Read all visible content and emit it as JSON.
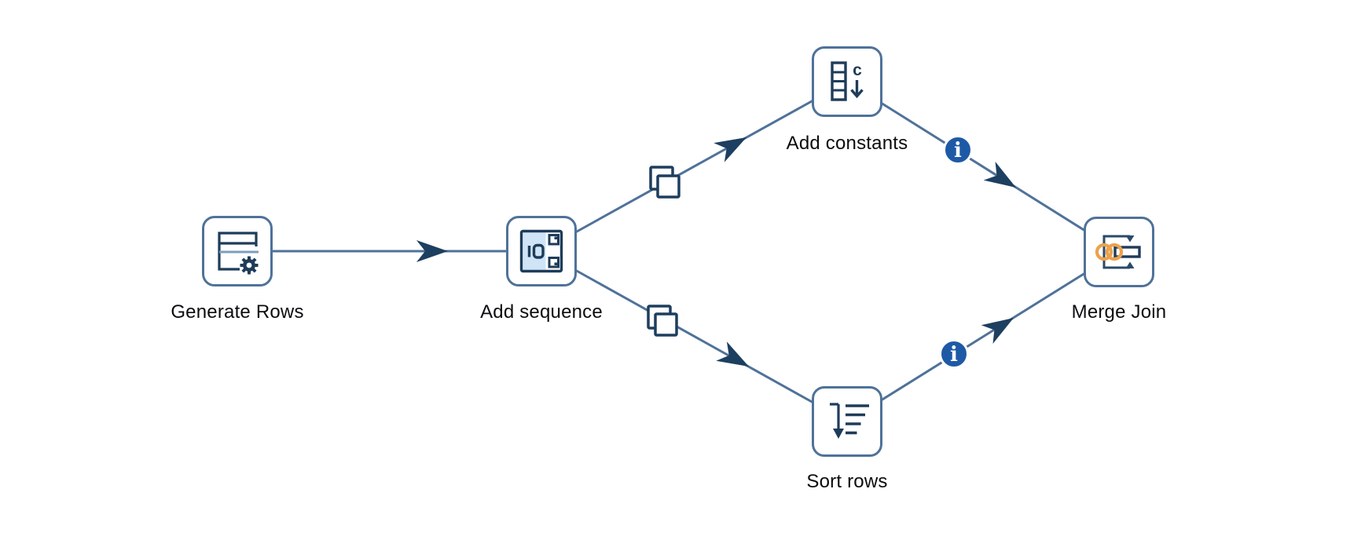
{
  "app_context": "transformation-canvas",
  "colors": {
    "canvas_background": "#ffffff",
    "node_border": "#4f7299",
    "icon_stroke": "#1e3c5a",
    "icon_light_fill": "#cfe4f7",
    "hop_line": "#4f7299",
    "hop_arrow": "#1d3f60",
    "info_badge": "#1e59a6",
    "info_glyph": "#ffffff",
    "merge_rings_orange": "#eca24c",
    "label_text": "#0b0c0e"
  },
  "nodes": [
    {
      "id": "generate-rows",
      "label": "Generate Rows",
      "icon": "generate-rows-icon"
    },
    {
      "id": "add-sequence",
      "label": "Add sequence",
      "icon": "add-sequence-icon"
    },
    {
      "id": "add-constants",
      "label": "Add constants",
      "icon": "add-constants-icon"
    },
    {
      "id": "sort-rows",
      "label": "Sort rows",
      "icon": "sort-rows-icon"
    },
    {
      "id": "merge-join",
      "label": "Merge Join",
      "icon": "merge-join-icon"
    }
  ],
  "edges": [
    {
      "from": "Generate Rows",
      "to": "Add sequence",
      "indicator": "none"
    },
    {
      "from": "Add sequence",
      "to": "Add constants",
      "indicator": "copy-rows-icon"
    },
    {
      "from": "Add sequence",
      "to": "Sort rows",
      "indicator": "copy-rows-icon"
    },
    {
      "from": "Add constants",
      "to": "Merge Join",
      "indicator": "info-icon",
      "badge_glyph": "i"
    },
    {
      "from": "Sort rows",
      "to": "Merge Join",
      "indicator": "info-icon",
      "badge_glyph": "i"
    }
  ]
}
